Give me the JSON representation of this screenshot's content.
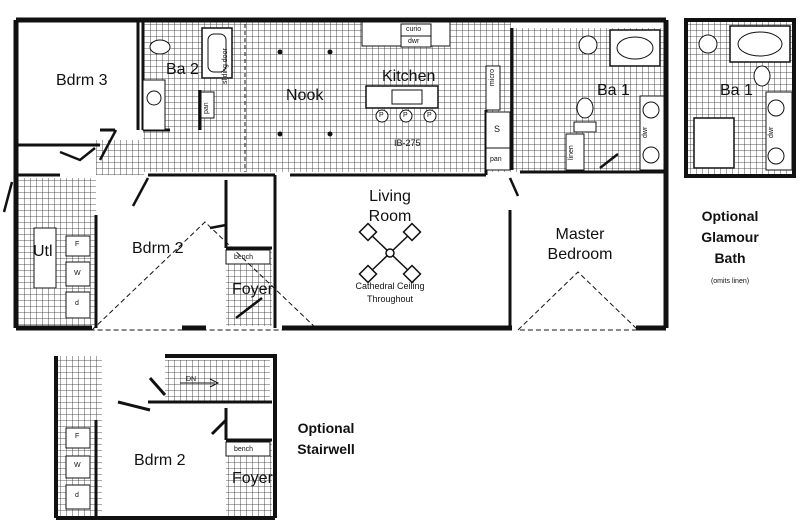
{
  "main_plan": {
    "rooms": {
      "bdrm3": "Bdrm 3",
      "ba2": "Ba 2",
      "nook": "Nook",
      "kitchen": "Kitchen",
      "ba1": "Ba 1",
      "utl": "Utl",
      "bdrm2": "Bdrm 2",
      "foyer": "Foyer",
      "living_line1": "Living",
      "living_line2": "Room",
      "master_line1": "Master",
      "master_line2": "Bedroom"
    },
    "fixtures": {
      "curio": "curio",
      "dwr": "dwr",
      "micro": "micro",
      "sliding_door": "sliding door",
      "pan": "pan",
      "island_model": "IB-275",
      "sink": "S",
      "pantry": "pan",
      "linen": "linen",
      "master_dwr": "dwr",
      "bench": "bench",
      "washer": "W",
      "dryer": "d",
      "freezer": "F",
      "island_seats": [
        "P",
        "P",
        "P"
      ]
    },
    "ceiling_note_line1": "Cathedral Ceiling",
    "ceiling_note_line2": "Throughout"
  },
  "glamour_bath": {
    "room": "Ba 1",
    "dwr": "dwr",
    "caption_line1": "Optional",
    "caption_line2": "Glamour",
    "caption_line3": "Bath",
    "subcaption": "(omits linen)"
  },
  "stairwell": {
    "bdrm2": "Bdrm 2",
    "foyer": "Foyer",
    "bench": "bench",
    "dn": "DN",
    "caption_line1": "Optional",
    "caption_line2": "Stairwell",
    "washer": "W",
    "dryer": "d",
    "freezer": "F"
  }
}
